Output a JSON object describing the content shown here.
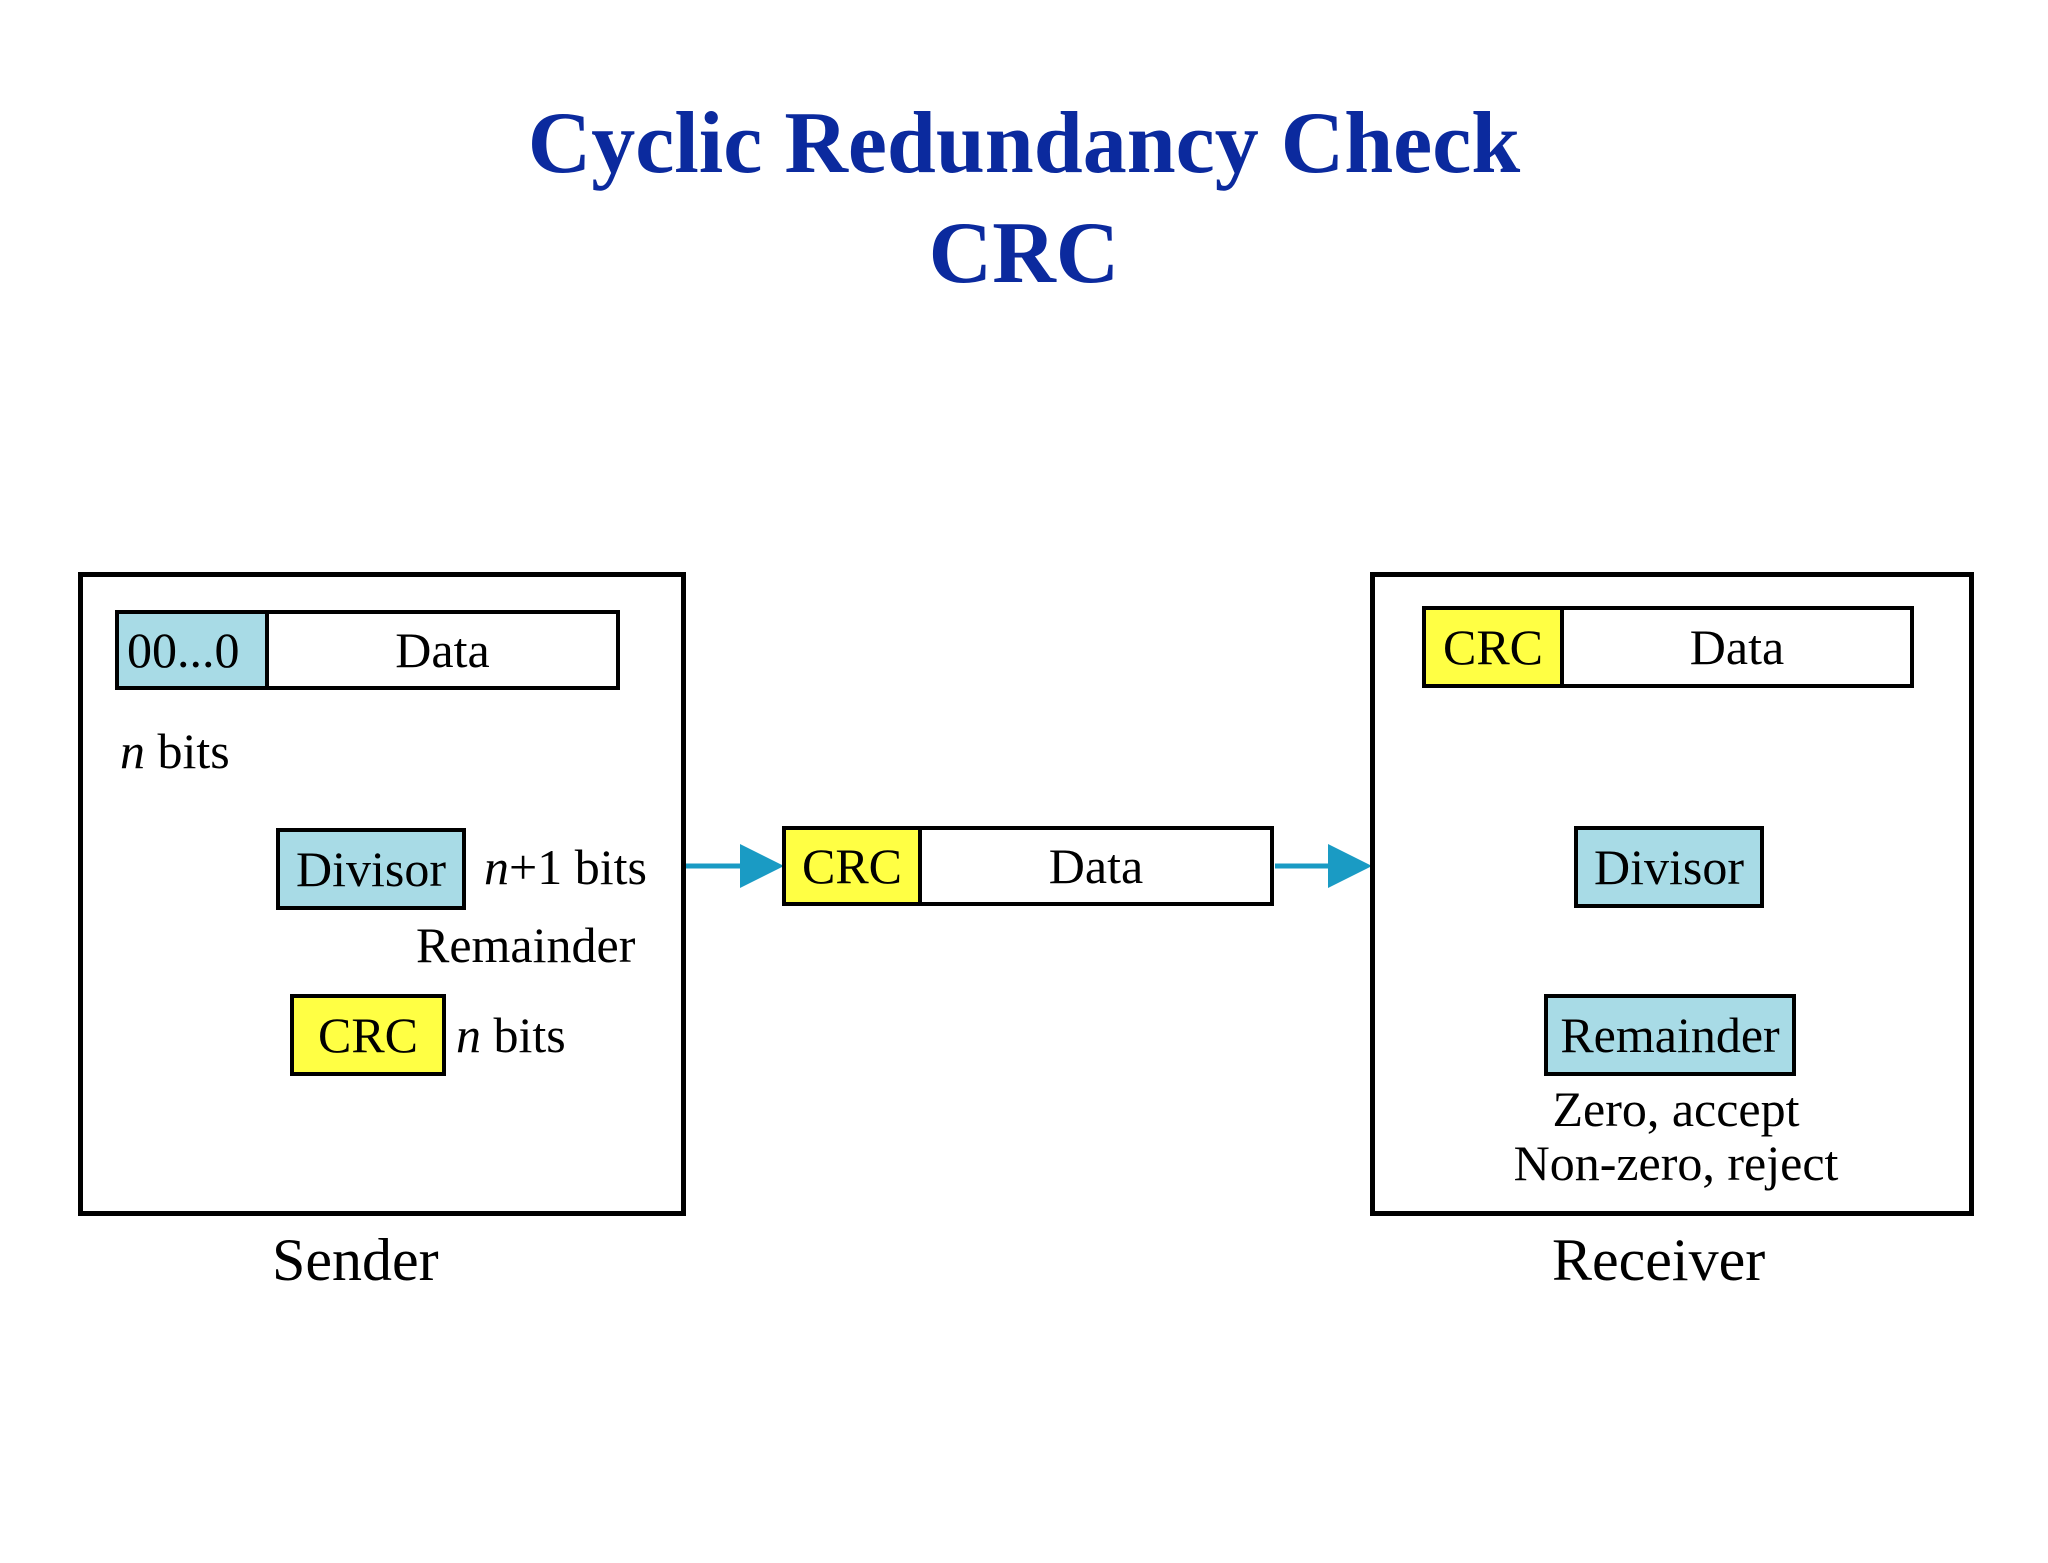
{
  "title": {
    "line1": "Cyclic Redundancy Check",
    "line2": "CRC"
  },
  "sender": {
    "caption": "Sender",
    "zeros_label": "00...0",
    "data_label": "Data",
    "n_bits_top": {
      "var": "n",
      "text": " bits"
    },
    "divisor_label": "Divisor",
    "n_plus_1": {
      "var": "n",
      "text": "+1 bits"
    },
    "remainder_label": "Remainder",
    "crc_label": "CRC",
    "n_bits_bottom": {
      "var": "n",
      "text": " bits"
    }
  },
  "channel": {
    "crc_label": "CRC",
    "data_label": "Data"
  },
  "receiver": {
    "caption": "Receiver",
    "crc_label": "CRC",
    "data_label": "Data",
    "divisor_label": "Divisor",
    "remainder_label": "Remainder",
    "accept_text": "Zero, accept",
    "reject_text": "Non-zero, reject"
  },
  "colors": {
    "title": "#0b2a9e",
    "light_blue": "#a8dbe6",
    "yellow": "#ffff44",
    "arrow_red": "#ff0000",
    "arrow_outline": "#5cc0dc",
    "connector": "#1a9bc4"
  }
}
